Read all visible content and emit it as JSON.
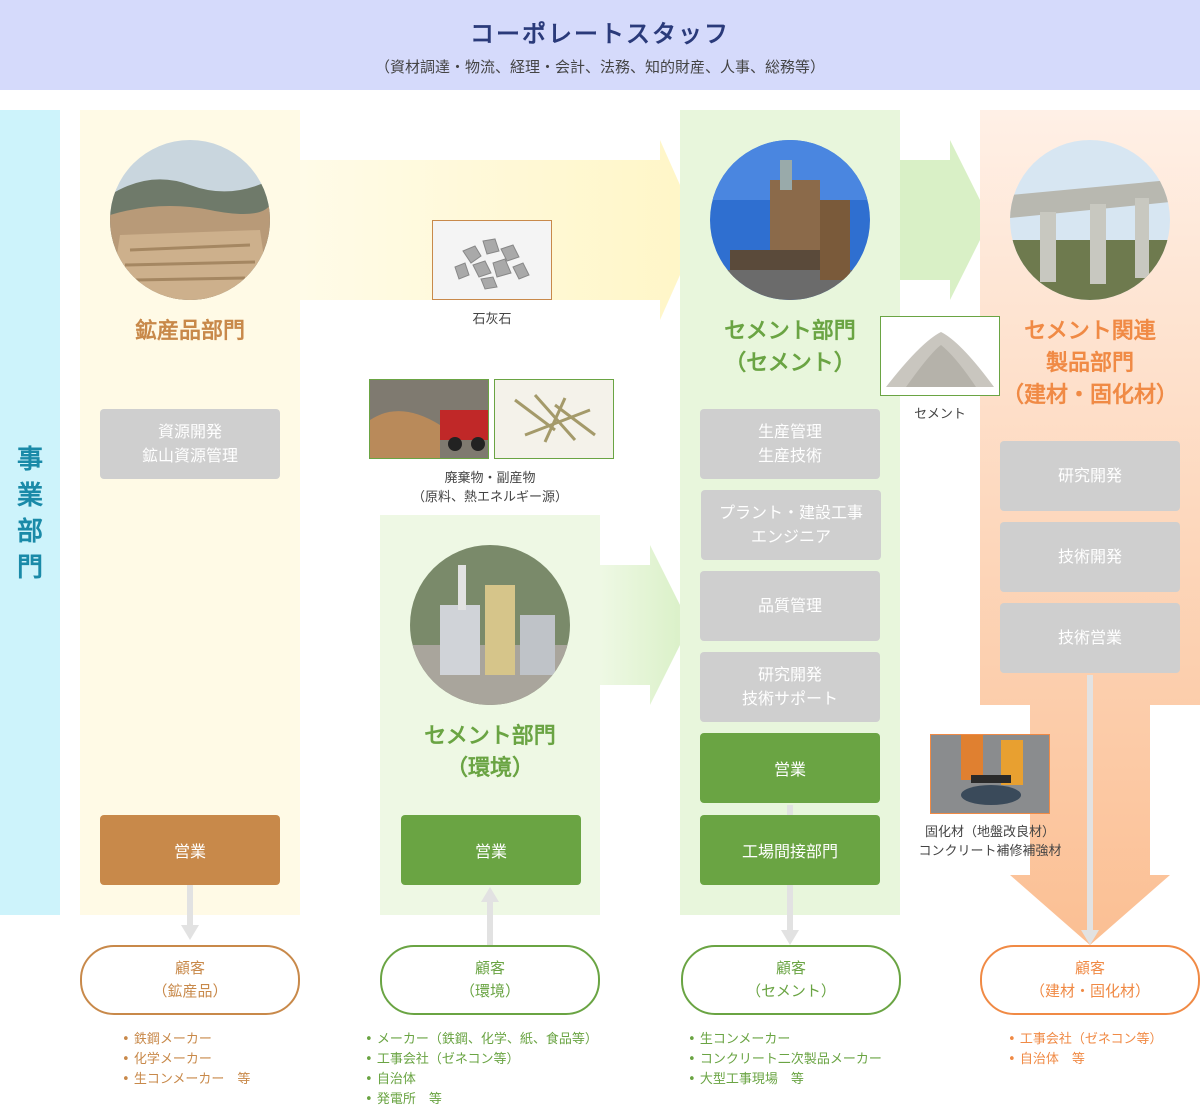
{
  "header": {
    "title": "コーポレートスタッフ",
    "subtitle": "（資材調達・物流、経理・会計、法務、知的財産、人事、総務等）"
  },
  "side_label": "事業部門",
  "columns": {
    "mining": {
      "title": "鉱産品部門",
      "boxes": [
        "資源開発\n鉱山資源管理"
      ],
      "sales": "営業",
      "customer_title": "顧客",
      "customer_sub": "（鉱産品）",
      "customers": [
        "鉄鋼メーカー",
        "化学メーカー",
        "生コンメーカー　等"
      ]
    },
    "environment": {
      "title_line1": "セメント部門",
      "title_line2": "（環境）",
      "sales": "営業",
      "customer_title": "顧客",
      "customer_sub": "（環境）",
      "customers": [
        "メーカー（鉄鋼、化学、紙、食品等）",
        "工事会社（ゼネコン等）",
        "自治体",
        "発電所　等"
      ]
    },
    "cement": {
      "title_line1": "セメント部門",
      "title_line2": "（セメント）",
      "boxes": [
        "生産管理\n生産技術",
        "プラント・建設工事\nエンジニア",
        "品質管理",
        "研究開発\n技術サポート"
      ],
      "sales": "営業",
      "plant": "工場間接部門",
      "customer_title": "顧客",
      "customer_sub": "（セメント）",
      "customers": [
        "生コンメーカー",
        "コンクリート二次製品メーカー",
        "大型工事現場　等"
      ]
    },
    "products": {
      "title_line1": "セメント関連",
      "title_line2": "製品部門",
      "title_line3": "（建材・固化材）",
      "boxes": [
        "研究開発",
        "技術開発",
        "技術営業"
      ],
      "customer_title": "顧客",
      "customer_sub": "（建材・固化材）",
      "customers": [
        "工事会社（ゼネコン等）",
        "自治体　等"
      ]
    }
  },
  "captions": {
    "limestone": "石灰石",
    "waste": "廃棄物・副産物\n（原料、熱エネルギー源）",
    "cement": "セメント",
    "solidifier": "固化材（地盤改良材）\nコンクリート補修補強材"
  },
  "colors": {
    "mining": "#c8894a",
    "environment": "#6aa443",
    "products": "#f08a45",
    "header_bg": "#d5dafb",
    "side_bg": "#cdf3fb"
  }
}
